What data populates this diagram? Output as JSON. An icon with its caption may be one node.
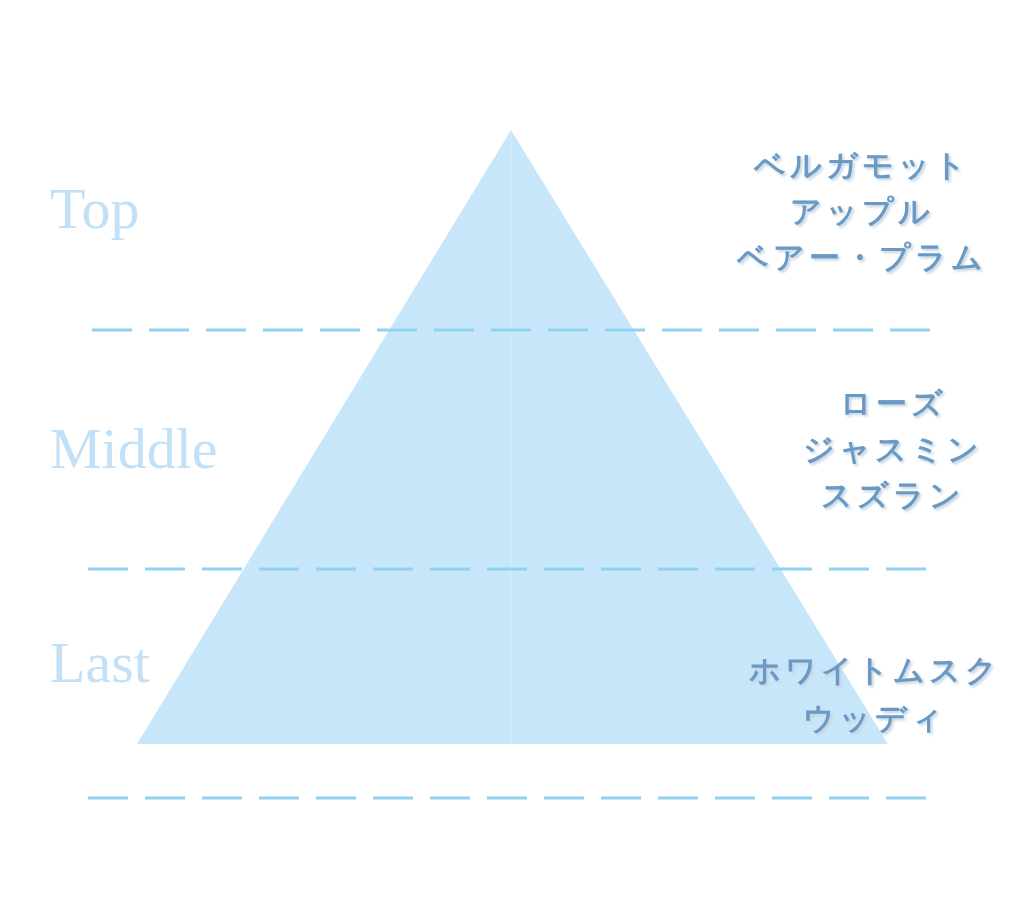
{
  "diagram": {
    "labels": [
      "Top",
      "ベルガモット",
      "アップル",
      "ベアー・プラム",
      "Middle",
      "ローズ",
      "ジャスミン",
      "スズラン",
      "Last",
      "ホワイトムスク",
      "ウッディ"
    ]
  }
}
